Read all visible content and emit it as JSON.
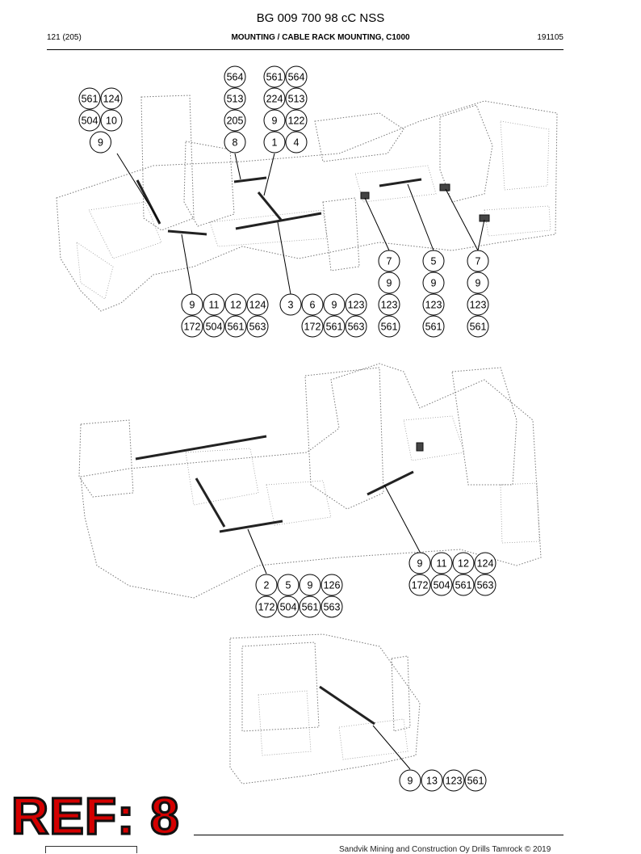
{
  "header": {
    "doc_number": "BG 009 700 98 cC NSS",
    "page": "121 (205)",
    "section_title": "MOUNTING / CABLE RACK MOUNTING, C1000",
    "date_code": "191105"
  },
  "footer": {
    "copyright": "Sandvik Mining and Construction Oy Drills Tamrock © 2019"
  },
  "stamp": {
    "ref_label": "REF: 8"
  },
  "callouts": {
    "view1": [
      [
        "561",
        "124",
        "504",
        "10",
        "9"
      ],
      [
        "564",
        "513",
        "205",
        "8"
      ],
      [
        "561",
        "564",
        "224",
        "513",
        "9",
        "122",
        "1",
        "4"
      ],
      [
        "9",
        "11",
        "12",
        "124",
        "172",
        "504",
        "561",
        "563"
      ],
      [
        "3",
        "6",
        "9",
        "123",
        "172",
        "561",
        "563"
      ],
      [
        "7",
        "9",
        "123",
        "561"
      ],
      [
        "5",
        "9",
        "123",
        "561"
      ],
      [
        "7",
        "9",
        "123",
        "561"
      ]
    ],
    "view2": [
      [
        "9",
        "11",
        "12",
        "124",
        "172",
        "504",
        "561",
        "563"
      ],
      [
        "2",
        "5",
        "9",
        "126",
        "172",
        "504",
        "561",
        "563"
      ]
    ],
    "view3": [
      [
        "9",
        "13",
        "123",
        "561"
      ]
    ]
  }
}
